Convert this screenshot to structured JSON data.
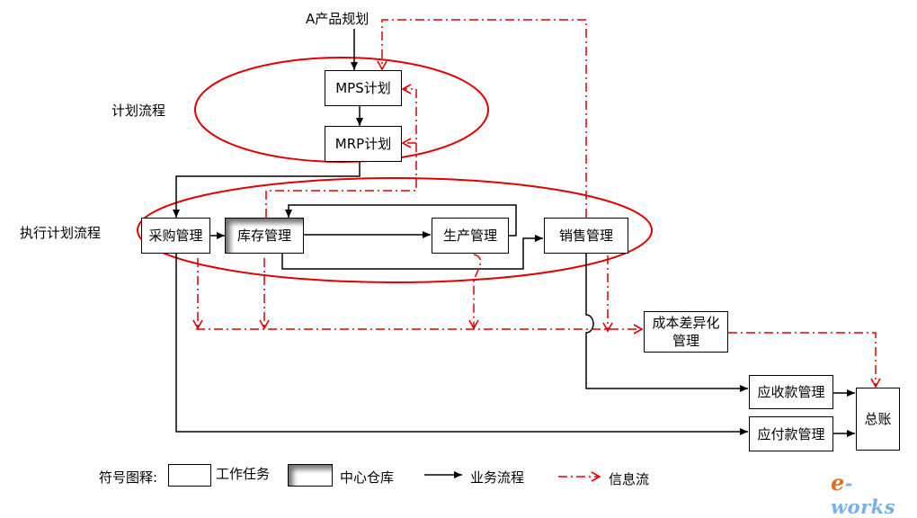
{
  "top_label": "A产品规划",
  "group_labels": {
    "plan": "计划流程",
    "exec": "执行计划流程"
  },
  "boxes": {
    "mps": "MPS计划",
    "mrp": "MRP计划",
    "purchase": "采购管理",
    "inventory": "库存管理",
    "production": "生产管理",
    "sales": "销售管理",
    "cost_variance": "成本差异化管理",
    "receivable": "应收款管理",
    "payable": "应付款管理",
    "ledger": "总账"
  },
  "legend": {
    "title": "符号图释:",
    "task": "工作任务",
    "warehouse": "中心仓库",
    "business_flow": "业务流程",
    "info_flow": "信息流"
  },
  "watermark": {
    "e": "e",
    "rest": "-works"
  },
  "colors": {
    "info": "#e00000",
    "business": "#000000",
    "ellipse": "#e00000",
    "logo": "#7ab0e8"
  }
}
